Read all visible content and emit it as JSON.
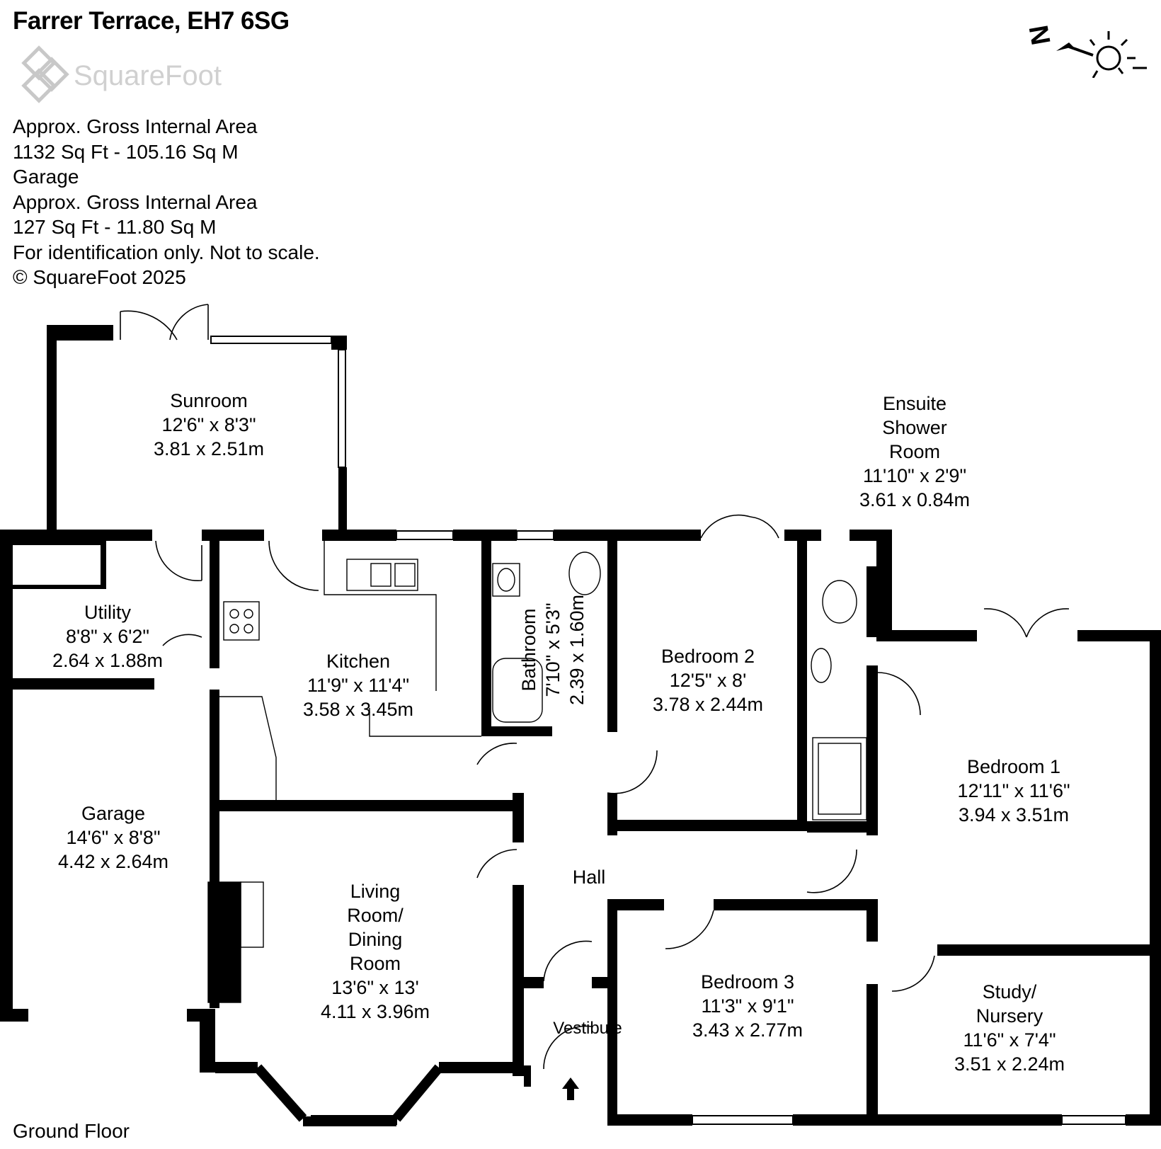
{
  "header": {
    "title": "Farrer Terrace, EH7 6SG",
    "logo_text": "SquareFoot"
  },
  "info": {
    "lines": [
      "Approx. Gross Internal Area",
      "1132 Sq Ft  -  105.16 Sq M",
      "Garage",
      "Approx. Gross Internal Area",
      "127 Sq Ft  -  11.80 Sq M",
      "For identification only. Not to scale.",
      "© SquareFoot 2025"
    ]
  },
  "compass": {
    "letter": "N",
    "icon": "sun-compass-icon"
  },
  "rooms": {
    "sunroom": {
      "name": "Sunroom",
      "imperial": "12'6\" x 8'3\"",
      "metric": "3.81 x 2.51m"
    },
    "ensuite": {
      "name1": "Ensuite",
      "name2": "Shower",
      "name3": "Room",
      "imperial": "11'10\" x 2'9\"",
      "metric": "3.61 x 0.84m"
    },
    "utility": {
      "name": "Utility",
      "imperial": "8'8\" x 6'2\"",
      "metric": "2.64 x 1.88m"
    },
    "kitchen": {
      "name": "Kitchen",
      "imperial": "11'9\" x 11'4\"",
      "metric": "3.58 x 3.45m"
    },
    "bathroom": {
      "name": "Bathroom",
      "imperial": "7'10\" x 5'3\"",
      "metric": "2.39 x 1.60m"
    },
    "bedroom2": {
      "name": "Bedroom 2",
      "imperial": "12'5\" x 8'",
      "metric": "3.78 x 2.44m"
    },
    "bedroom1": {
      "name": "Bedroom 1",
      "imperial": "12'11\" x 11'6\"",
      "metric": "3.94 x 3.51m"
    },
    "garage": {
      "name": "Garage",
      "imperial": "14'6\" x 8'8\"",
      "metric": "4.42 x 2.64m"
    },
    "hall": {
      "name": "Hall"
    },
    "living": {
      "name1": "Living",
      "name2": "Room/",
      "name3": "Dining",
      "name4": "Room",
      "imperial": "13'6\" x 13'",
      "metric": "4.11 x 3.96m"
    },
    "bedroom3": {
      "name": "Bedroom 3",
      "imperial": "11'3\" x 9'1\"",
      "metric": "3.43 x 2.77m"
    },
    "study": {
      "name1": "Study/",
      "name2": "Nursery",
      "imperial": "11'6\" x 7'4\"",
      "metric": "3.51 x 2.24m"
    },
    "vestibule": {
      "name": "Vestibule"
    }
  },
  "footer": {
    "floor": "Ground Floor"
  }
}
